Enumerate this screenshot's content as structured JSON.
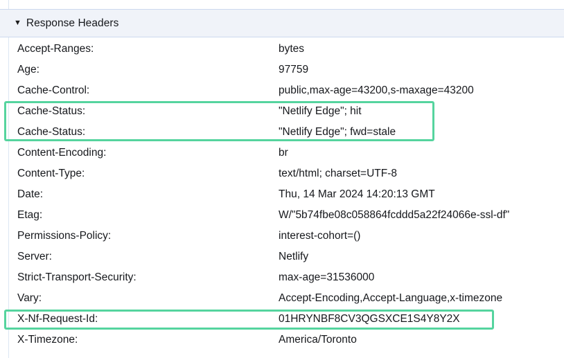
{
  "section": {
    "title": "Response Headers",
    "disclosure_glyph": "▼",
    "expanded": true
  },
  "headers": [
    {
      "name": "Accept-Ranges:",
      "value": "bytes"
    },
    {
      "name": "Age:",
      "value": "97759"
    },
    {
      "name": "Cache-Control:",
      "value": "public,max-age=43200,s-maxage=43200"
    },
    {
      "name": "Cache-Status:",
      "value": "\"Netlify Edge\"; hit"
    },
    {
      "name": "Cache-Status:",
      "value": "\"Netlify Edge\"; fwd=stale"
    },
    {
      "name": "Content-Encoding:",
      "value": "br"
    },
    {
      "name": "Content-Type:",
      "value": "text/html; charset=UTF-8"
    },
    {
      "name": "Date:",
      "value": "Thu, 14 Mar 2024 14:20:13 GMT"
    },
    {
      "name": "Etag:",
      "value": "W/\"5b74fbe08c058864fcddd5a22f24066e-ssl-df\""
    },
    {
      "name": "Permissions-Policy:",
      "value": "interest-cohort=()"
    },
    {
      "name": "Server:",
      "value": "Netlify"
    },
    {
      "name": "Strict-Transport-Security:",
      "value": "max-age=31536000"
    },
    {
      "name": "Vary:",
      "value": "Accept-Encoding,Accept-Language,x-timezone"
    },
    {
      "name": "X-Nf-Request-Id:",
      "value": "01HRYNBF8CV3QGSXCE1S4Y8Y2X"
    },
    {
      "name": "X-Timezone:",
      "value": "America/Toronto"
    }
  ],
  "annotations": [
    {
      "id": "highlight-cache-status",
      "target": "Cache-Status rows",
      "color": "#55d49e"
    },
    {
      "id": "highlight-request-id",
      "target": "X-Nf-Request-Id row",
      "color": "#55d49e"
    }
  ],
  "colors": {
    "header_band_background": "#f0f3f9",
    "header_band_border": "#ccd9ee",
    "gutter_rule": "#dce6f2",
    "text": "#16181c",
    "highlight_green": "#55d49e",
    "page_background": "#ffffff"
  }
}
